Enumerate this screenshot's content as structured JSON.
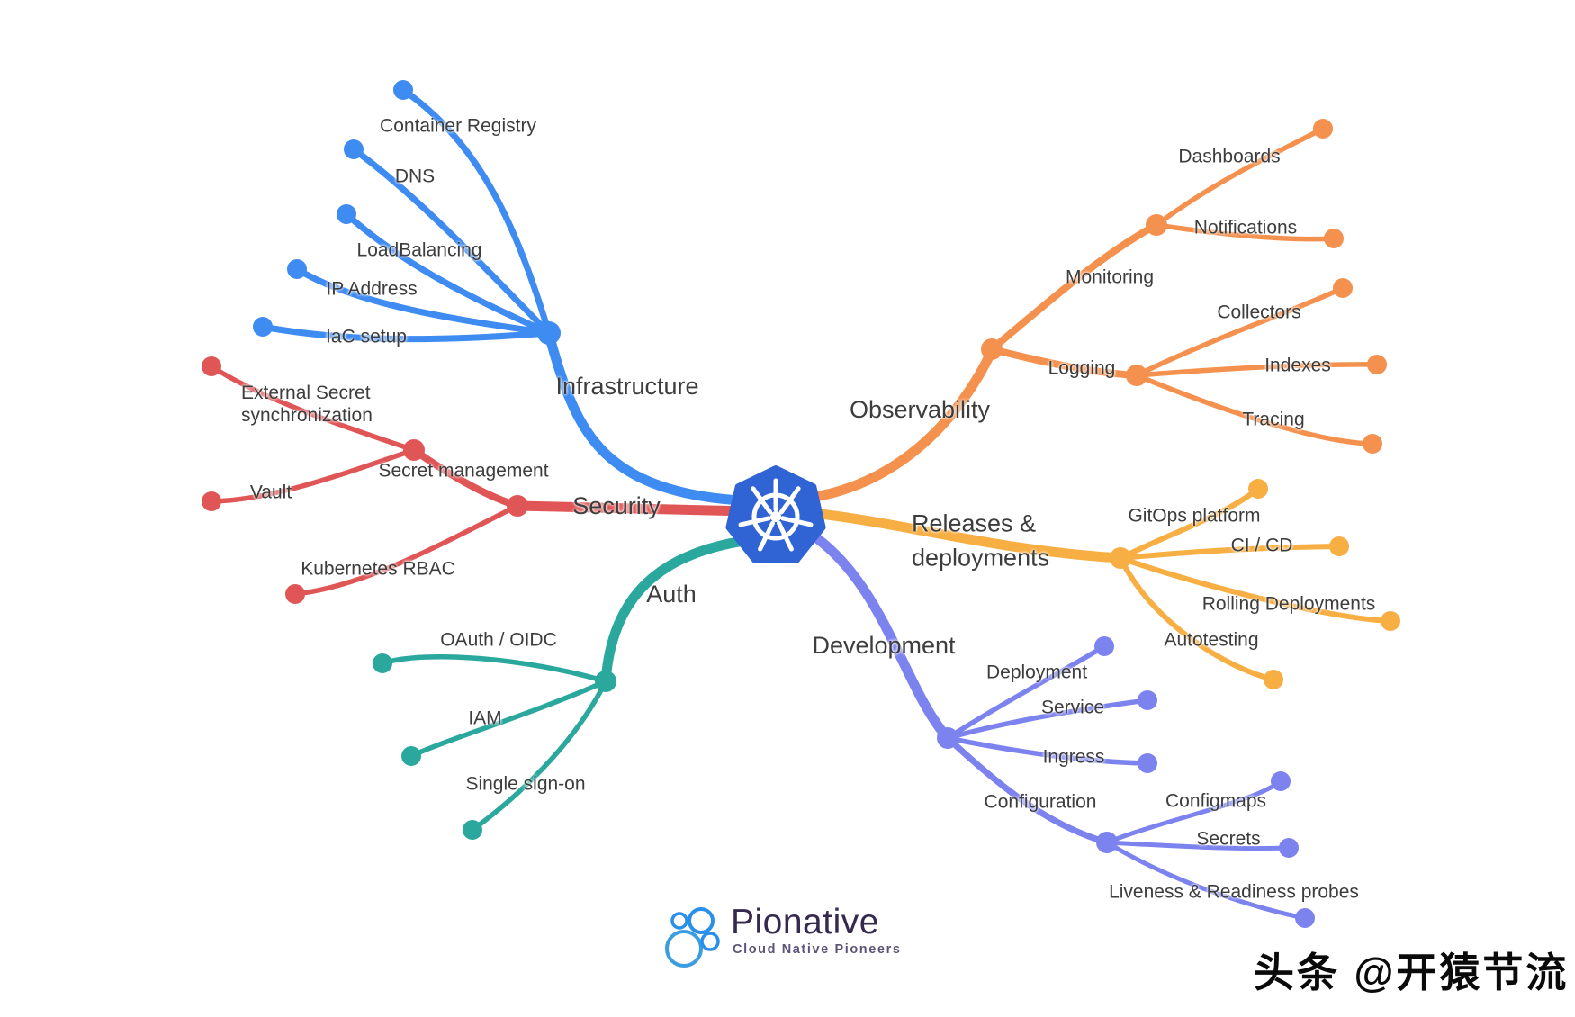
{
  "watermark": "头条 @开猿节流",
  "brand": {
    "name": "Pionative",
    "tagline": "Cloud Native Pioneers"
  },
  "center_icon": "kubernetes-logo",
  "colors": {
    "infrastructure": "#3e8bf2",
    "security": "#e05556",
    "auth": "#2aa89e",
    "observability": "#f5914e",
    "releases": "#f7ae43",
    "development": "#7c82ee",
    "k8s_blue": "#3063d4",
    "text": "#3d3d3d"
  },
  "branches": [
    {
      "label": "Infrastructure",
      "children": [
        {
          "label": "Container Registry"
        },
        {
          "label": "DNS"
        },
        {
          "label": "LoadBalancing"
        },
        {
          "label": "IP Address"
        },
        {
          "label": "IaC setup"
        }
      ]
    },
    {
      "label": "Security",
      "children": [
        {
          "label": "Secret management",
          "children": [
            {
              "label": "External Secret\nsynchronization"
            },
            {
              "label": "Vault"
            }
          ]
        },
        {
          "label": "Kubernetes RBAC"
        }
      ]
    },
    {
      "label": "Auth",
      "children": [
        {
          "label": "OAuth / OIDC"
        },
        {
          "label": "IAM"
        },
        {
          "label": "Single sign-on"
        }
      ]
    },
    {
      "label": "Observability",
      "children": [
        {
          "label": "Monitoring",
          "children": [
            {
              "label": "Dashboards"
            },
            {
              "label": "Notifications"
            }
          ]
        },
        {
          "label": "Logging",
          "children": [
            {
              "label": "Collectors"
            },
            {
              "label": "Indexes"
            },
            {
              "label": "Tracing"
            }
          ]
        }
      ]
    },
    {
      "label": "Releases &\ndeployments",
      "children": [
        {
          "label": "GitOps platform"
        },
        {
          "label": "CI / CD"
        },
        {
          "label": "Rolling Deployments"
        },
        {
          "label": "Autotesting"
        }
      ]
    },
    {
      "label": "Development",
      "children": [
        {
          "label": "Deployment"
        },
        {
          "label": "Service"
        },
        {
          "label": "Ingress"
        },
        {
          "label": "Configuration",
          "children": [
            {
              "label": "Configmaps"
            },
            {
              "label": "Secrets"
            },
            {
              "label": "Liveness & Readiness probes"
            }
          ]
        }
      ]
    }
  ]
}
